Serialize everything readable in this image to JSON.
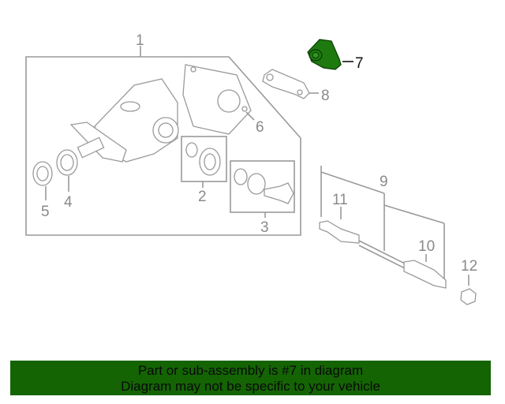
{
  "diagram": {
    "highlighted_part": "7",
    "highlight_color": "#1e7a0e",
    "callouts": [
      "1",
      "2",
      "3",
      "4",
      "5",
      "6",
      "7",
      "8",
      "9",
      "10",
      "11",
      "12"
    ]
  },
  "banner": {
    "line1": "Part or sub-assembly is #7 in diagram",
    "line2": "Diagram may not be specific to your vehicle",
    "background": "#146404"
  }
}
